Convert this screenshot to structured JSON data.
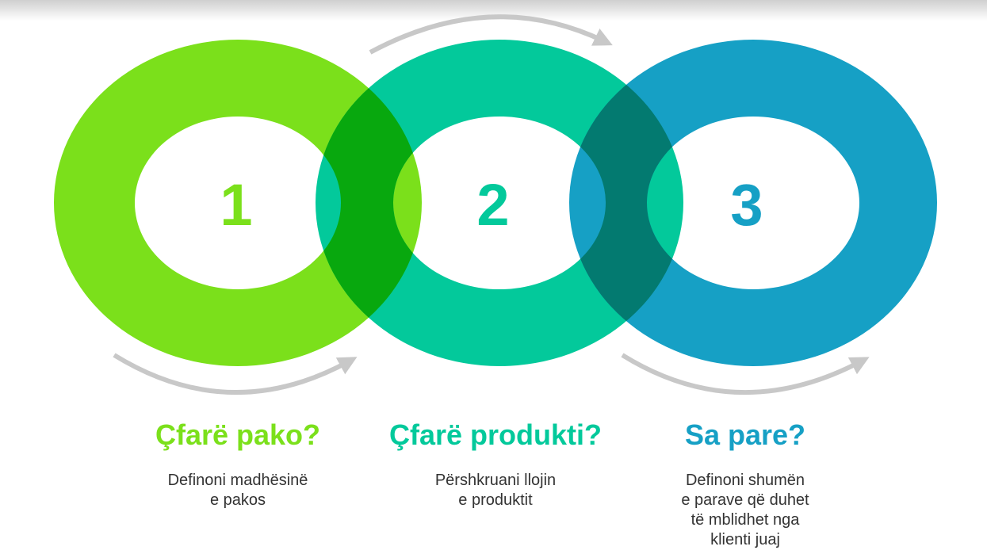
{
  "colors": {
    "green": "#7be01b",
    "teal": "#03c99b",
    "blue": "#16a0c5",
    "overlap_green": "#08a80e",
    "overlap_teal": "#037a70",
    "arrow": "#c8c8c8"
  },
  "steps": [
    {
      "number": "1",
      "title": "Çfarë pako?",
      "desc_lines": [
        "Definoni madhësinë",
        "e pakos"
      ]
    },
    {
      "number": "2",
      "title": "Çfarë produkti?",
      "desc_lines": [
        "Përshkruani llojin",
        "e produktit"
      ]
    },
    {
      "number": "3",
      "title": "Sa pare?",
      "desc_lines": [
        "Definoni shumën",
        "e parave që duhet",
        "të mblidhet nga",
        "klienti juaj"
      ]
    }
  ]
}
